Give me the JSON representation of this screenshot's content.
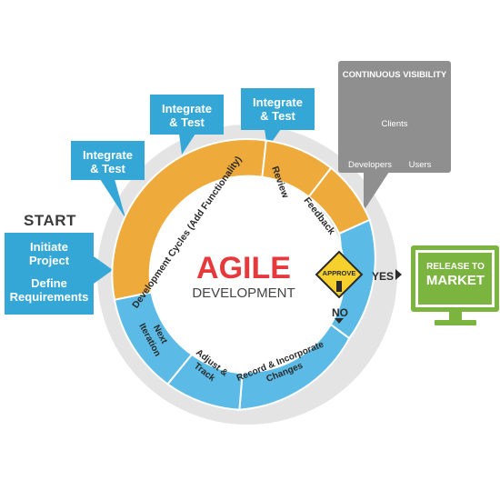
{
  "start": "START",
  "initiate": {
    "line1": "Initiate",
    "line2": "Project",
    "line3": "Define",
    "line4": "Requirements"
  },
  "integrate_tests": [
    {
      "line1": "Integrate",
      "line2": "& Test"
    },
    {
      "line1": "Integrate",
      "line2": "& Test"
    },
    {
      "line1": "Integrate",
      "line2": "& Test"
    }
  ],
  "visibility": {
    "title": "CONTINUOUS VISIBILITY",
    "clients": "Clients",
    "developers": "Developers",
    "users": "Users"
  },
  "center": {
    "title": "AGILE",
    "subtitle": "DEVELOPMENT"
  },
  "segments": {
    "development": "Development Cycles (Add Functionality)",
    "review": "Review",
    "feedback": "Feedback",
    "record_line1": "Record & Incorporate",
    "record_line2": "Changes",
    "adjust_line1": "Adjust &",
    "adjust_line2": "Track",
    "next_line1": "Next",
    "next_line2": "Iteration"
  },
  "approve": "APPROVE",
  "yes": "YES",
  "no": "NO",
  "release": {
    "line1": "RELEASE TO",
    "line2": "MARKET"
  },
  "colors": {
    "blue": "#35a7d7",
    "orange": "#eeaa3a",
    "gray_ring": "#e4e4e4",
    "red": "#e5393b",
    "green": "#7bb53f",
    "yellow": "#f6d02c",
    "panel_gray": "#8f8f8f"
  }
}
